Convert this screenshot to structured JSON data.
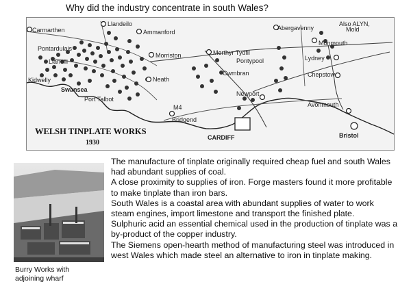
{
  "heading": "Why did the industry concentrate in south Wales?",
  "map": {
    "title_line1": "WELSH TINPLATE WORKS",
    "title_line2": "1930",
    "places": {
      "carmarthen": "Carmarthen",
      "llandeilo": "Llandeilo",
      "ammanford": "Ammanford",
      "pontardulais": "Pontardulais",
      "llanelli": "Llanelli",
      "morriston": "Morriston",
      "kidwelly": "Kidwelly",
      "swansea": "Swansea",
      "neath": "Neath",
      "port_talbot": "Port Talbot",
      "merthyr_tydfil": "Merthyr Tydfil",
      "pontypool": "Pontypool",
      "cwmbran": "Cwmbran",
      "newport": "Newport",
      "abergavenny": "Abergavenny",
      "monmouth": "Monmouth",
      "lydney": "Lydney",
      "chepstow": "Chepstow",
      "avonmouth": "Avonmouth",
      "bristol": "Bristol",
      "bridgend": "Bridgend",
      "cardiff": "CARDIFF",
      "m4": "M4",
      "also_alyn_line1": "Also ALYN,",
      "also_alyn_line2": "Mold"
    }
  },
  "photo_caption": "Burry Works with adjoining wharf",
  "paragraphs": [
    "The manufacture of tinplate originally required cheap fuel and south Wales had abundant supplies of coal.",
    "A close proximity to supplies of iron. Forge masters found it more profitable to make tinplate than iron bars.",
    "South Wales is a coastal area with abundant supplies of water to work steam engines, import limestone and transport the finished plate.",
    "Sulphuric acid an essential chemical used in the production of tinplate was a by-product of the copper industry.",
    "The Siemens open-hearth method of manufacturing steel was introduced in west Wales which made steel an alternative to iron in tinplate making."
  ]
}
